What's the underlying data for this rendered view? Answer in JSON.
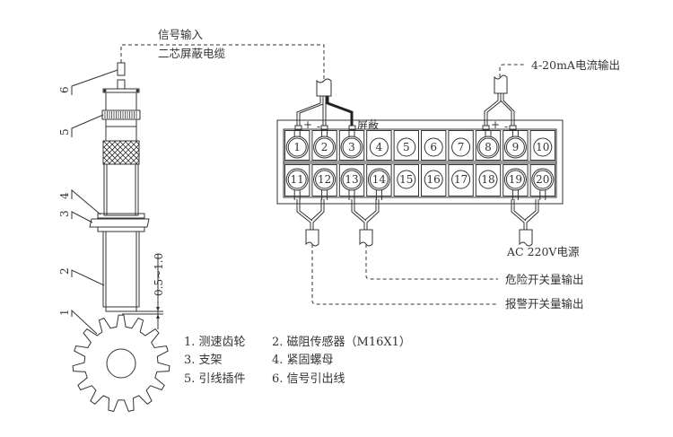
{
  "labels": {
    "signal_input": "信号输入",
    "cable_type": "二芯屏蔽电缆",
    "current_output": "4-20mA电流输出",
    "shield": "屏蔽",
    "plus": "+",
    "minus": "-",
    "power": "AC 220V电源",
    "danger_output": "危险开关量输出",
    "alarm_output": "报警开关量输出",
    "gap_dimension": "0.5~1.0"
  },
  "part_markers": [
    "1",
    "2",
    "3",
    "4",
    "5",
    "6"
  ],
  "legend": [
    "1. 测速齿轮",
    "2. 磁阻传感器（M16X1）",
    "3. 支架",
    "4. 紧固螺母",
    "5. 引线插件",
    "6. 信号引出线"
  ],
  "terminals": {
    "top_row": [
      "1",
      "2",
      "3",
      "4",
      "5",
      "6",
      "7",
      "8",
      "9",
      "10"
    ],
    "bottom_row": [
      "11",
      "12",
      "13",
      "14",
      "15",
      "16",
      "17",
      "18",
      "19",
      "20"
    ],
    "wired_top": [
      1,
      2,
      3,
      8,
      9
    ],
    "wired_bottom": [
      11,
      12,
      13,
      14,
      19,
      20
    ]
  },
  "colors": {
    "line": "#333333",
    "background": "#ffffff"
  }
}
